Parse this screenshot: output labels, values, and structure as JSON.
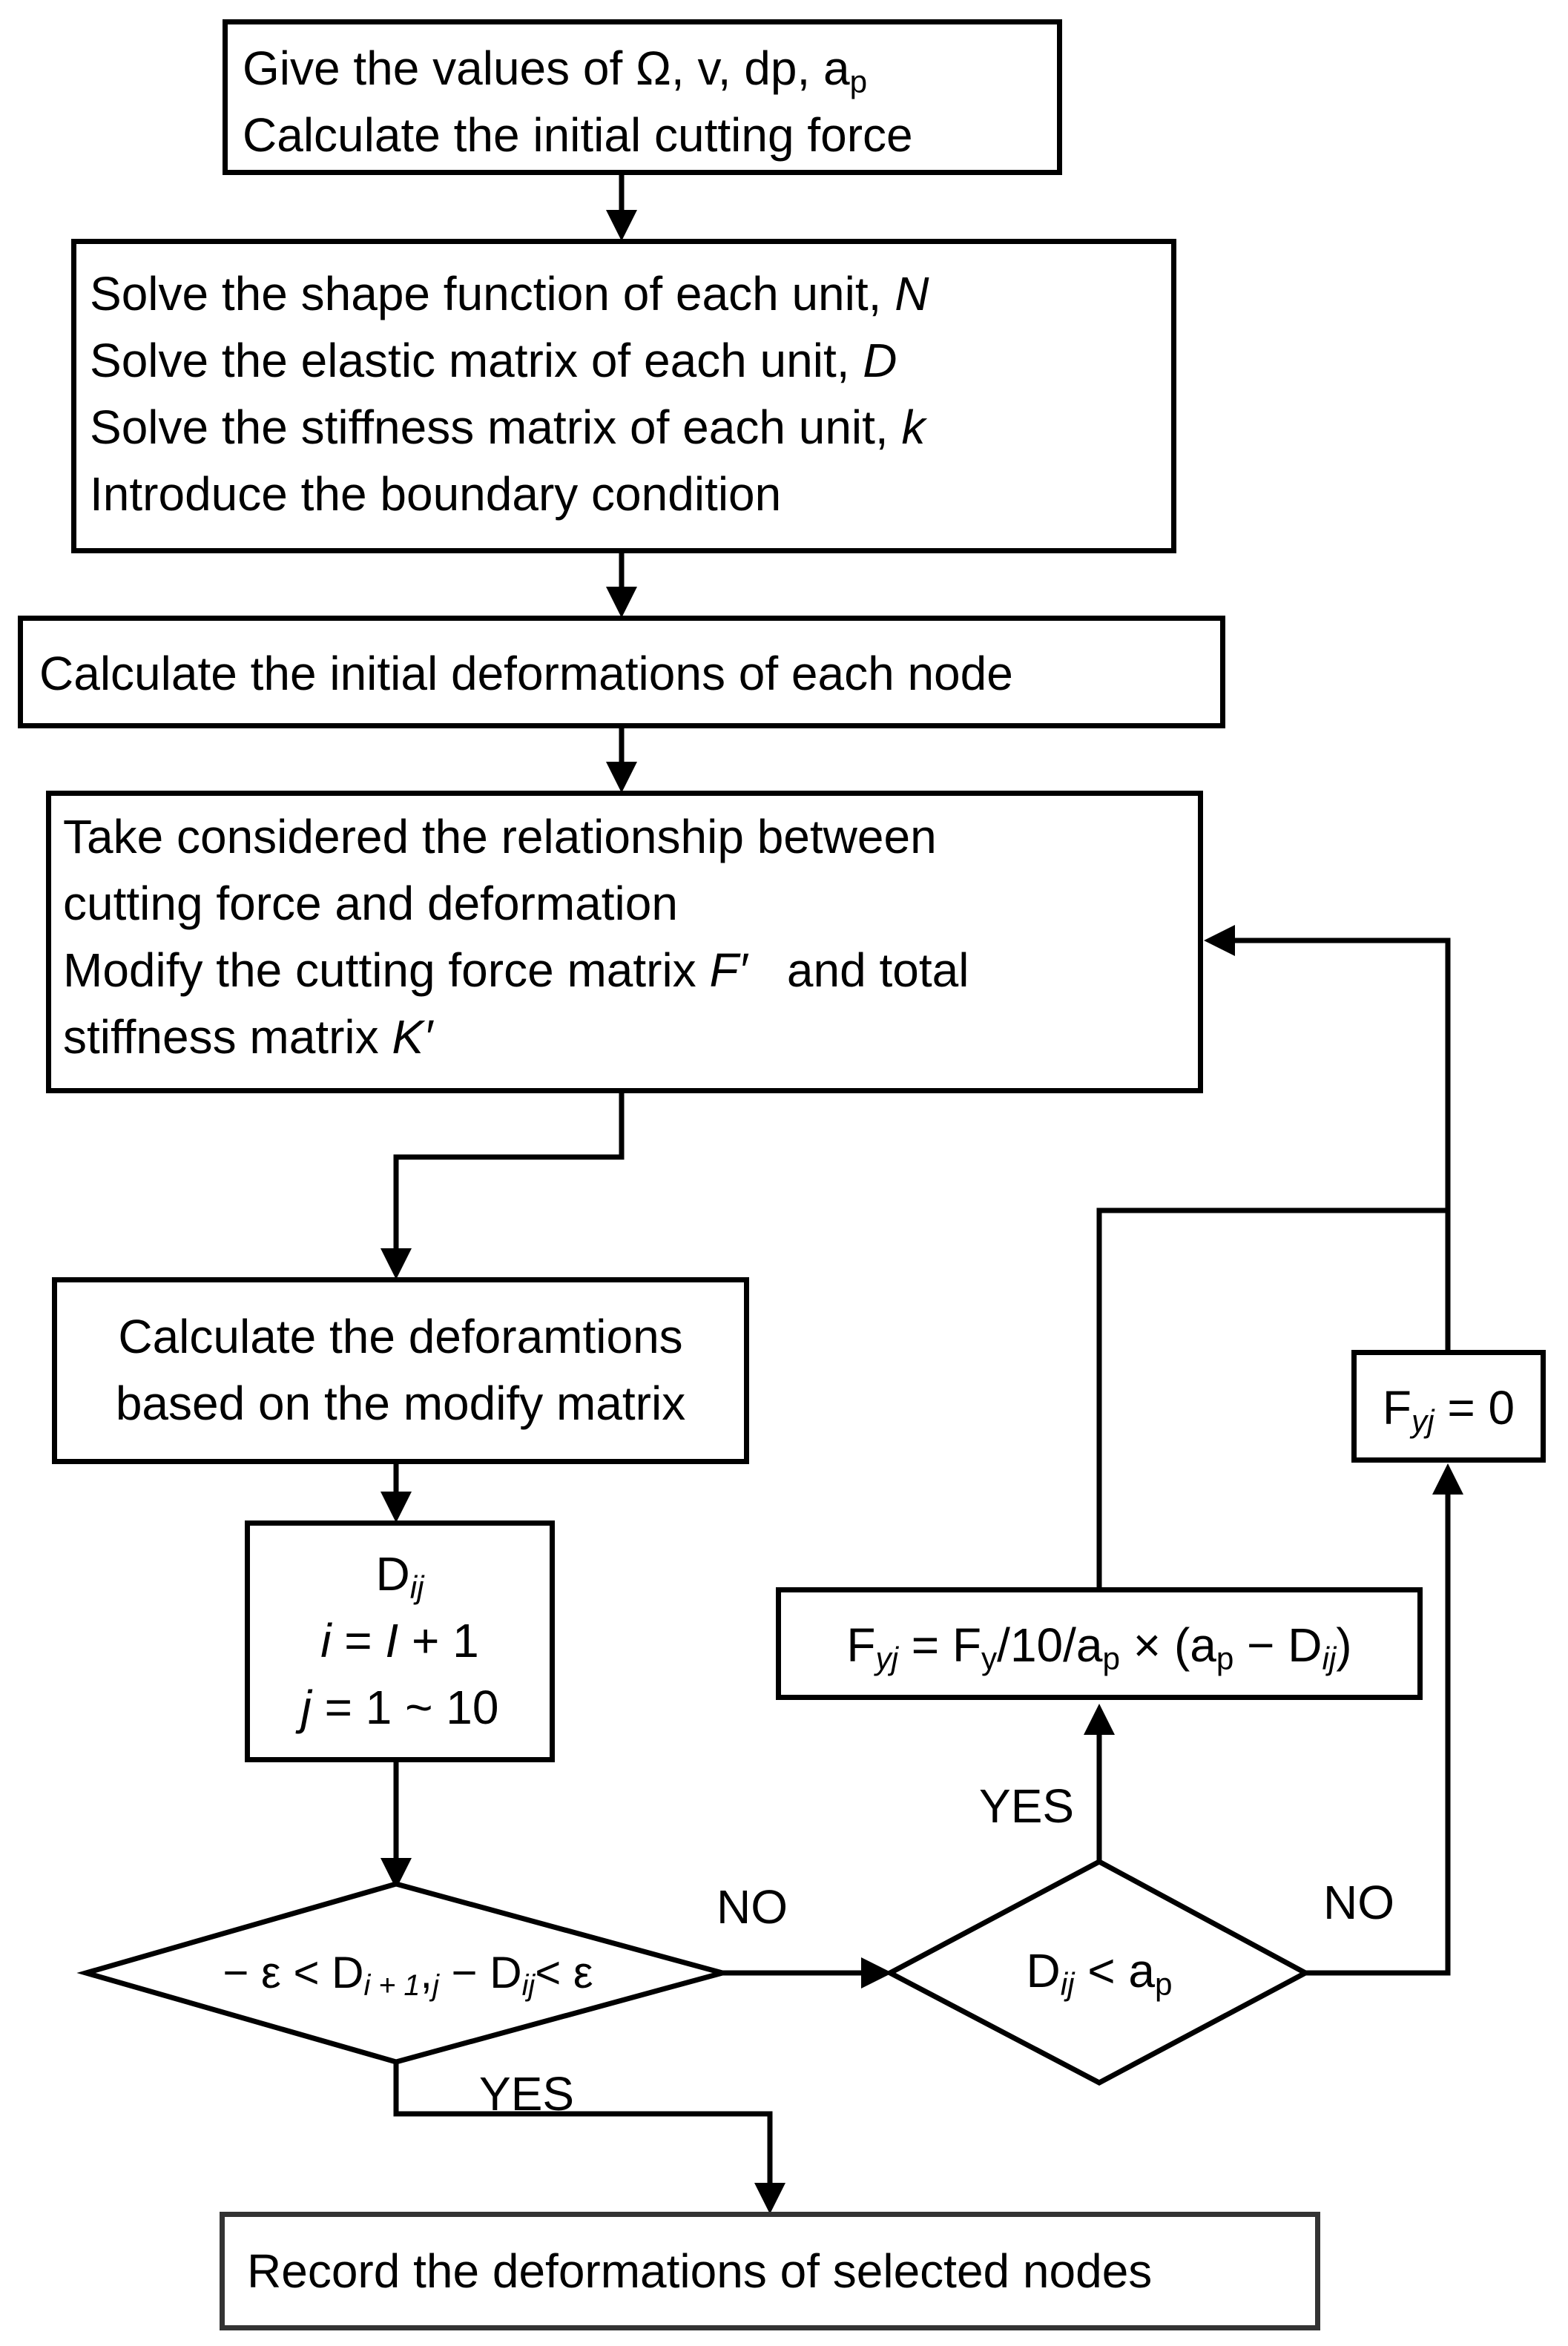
{
  "start_box": {
    "line1_prefix": "Give the values of",
    "omega": "Ω",
    "line1_mid": ", v, dp, a",
    "line1_sub": "p",
    "line2": "Calculate the initial cutting force"
  },
  "shape_box": {
    "line1": "Solve the shape function of each unit,",
    "line1_var": "N",
    "line2": "Solve the elastic matrix of each unit,",
    "line2_var": "D",
    "line3": "Solve the stiffness matrix of each unit,",
    "line3_var": "k",
    "line4": "Introduce the boundary condition"
  },
  "init_deform_box": {
    "line1": "Calculate the initial deformations of each node"
  },
  "modify_box": {
    "line1": "Take considered the relationship between",
    "line2": "cutting force and deformation",
    "line3_prefix": "Modify the cutting force matrix",
    "line3_var": "F′",
    "line3_suffix": "and total",
    "line4_prefix": "stiffness matrix",
    "line4_var": "K′"
  },
  "calc_box": {
    "line1": "Calculate the deforamtions",
    "line2": "based on the modify matrix"
  },
  "dij_box": {
    "line1_main": "D",
    "line1_sub": "ij",
    "line2_var": "i",
    "line2_mid": " = ",
    "line2_var2": "I",
    "line2_end": " + 1",
    "line3_var": "j",
    "line3_end": " = 1 ~ 10"
  },
  "decision1": {
    "part1": "− ε < D",
    "sub1": "i + 1",
    "part2": ",",
    "sub2": "j",
    "part3": " − D",
    "sub3": "ij",
    "part4": "< ε"
  },
  "decision2": {
    "part1": "D",
    "sub1": "ij",
    "part2": " < a",
    "sub2": "p"
  },
  "fy_formula_box": {
    "p1": "F",
    "s1": "yj",
    "p2": " = F",
    "s2": "y",
    "p3": "/10/a",
    "s3": "p",
    "p4": " × (a",
    "s4": "p",
    "p5": " − D",
    "s5": "ij",
    "p6": ")"
  },
  "fy_zero_box": {
    "p1": "F",
    "s1": "yj",
    "p2": " = 0"
  },
  "end_box": {
    "line1": "Record the deformations of selected nodes"
  },
  "labels": {
    "no1": "NO",
    "no2": "NO",
    "yes1": "YES",
    "yes2": "YES"
  }
}
